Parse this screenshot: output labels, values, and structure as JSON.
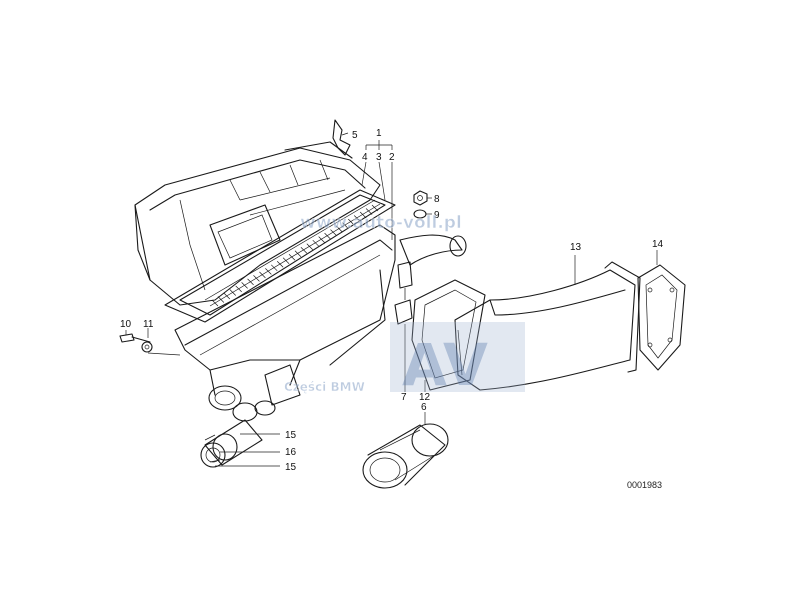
{
  "diagram": {
    "part_numbers": [
      "1",
      "2",
      "3",
      "4",
      "5",
      "6",
      "7",
      "8",
      "9",
      "10",
      "11",
      "12",
      "13",
      "14",
      "15",
      "15",
      "16"
    ],
    "reference_code": "0001983",
    "watermark_url": "www.auto-voll.pl",
    "watermark_text": "Części BMW",
    "watermark_logo_letters": "AV",
    "colors": {
      "line": "#1a1a1a",
      "watermark": "#8aa4c8",
      "background": "#ffffff"
    }
  }
}
